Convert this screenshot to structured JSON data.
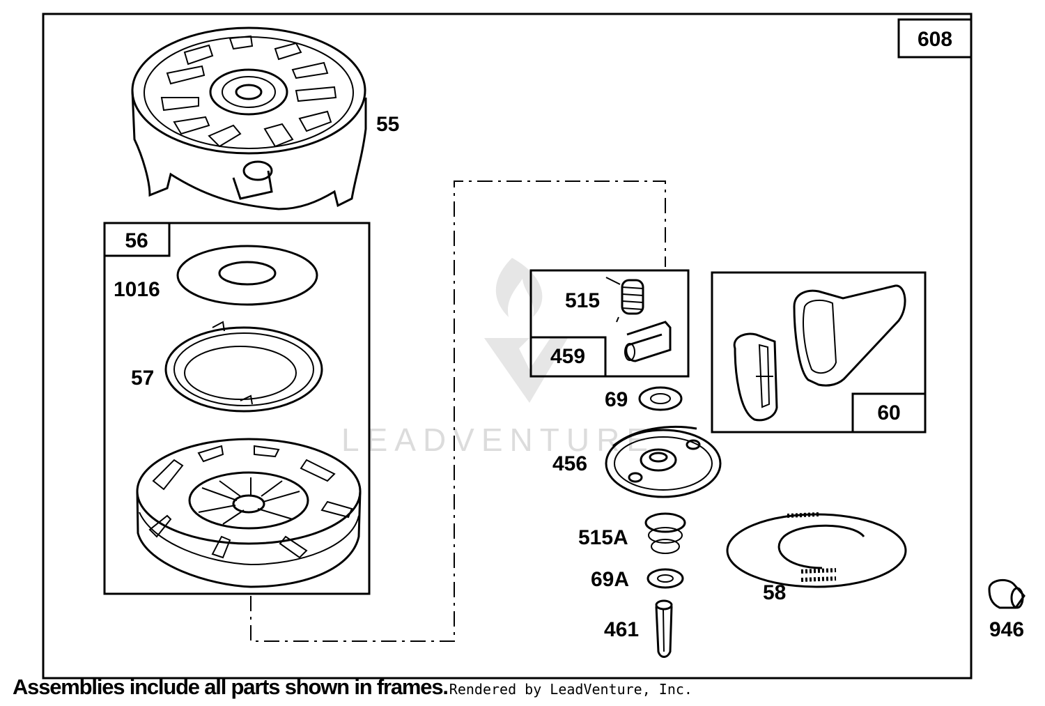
{
  "labels": {
    "l608": "608",
    "l55": "55",
    "l56": "56",
    "l1016": "1016",
    "l57": "57",
    "l515": "515",
    "l459": "459",
    "l60": "60",
    "l69": "69",
    "l456": "456",
    "l515a": "515A",
    "l69a": "69A",
    "l461": "461",
    "l58": "58",
    "l946": "946"
  },
  "watermark": {
    "text": "LEADVENTURE"
  },
  "footer": {
    "note": "Assemblies include all parts shown in frames.",
    "credit": "Rendered by LeadVenture, Inc."
  },
  "colors": {
    "ink": "#000000",
    "paper": "#ffffff",
    "watermark": "#dcdcdc"
  }
}
